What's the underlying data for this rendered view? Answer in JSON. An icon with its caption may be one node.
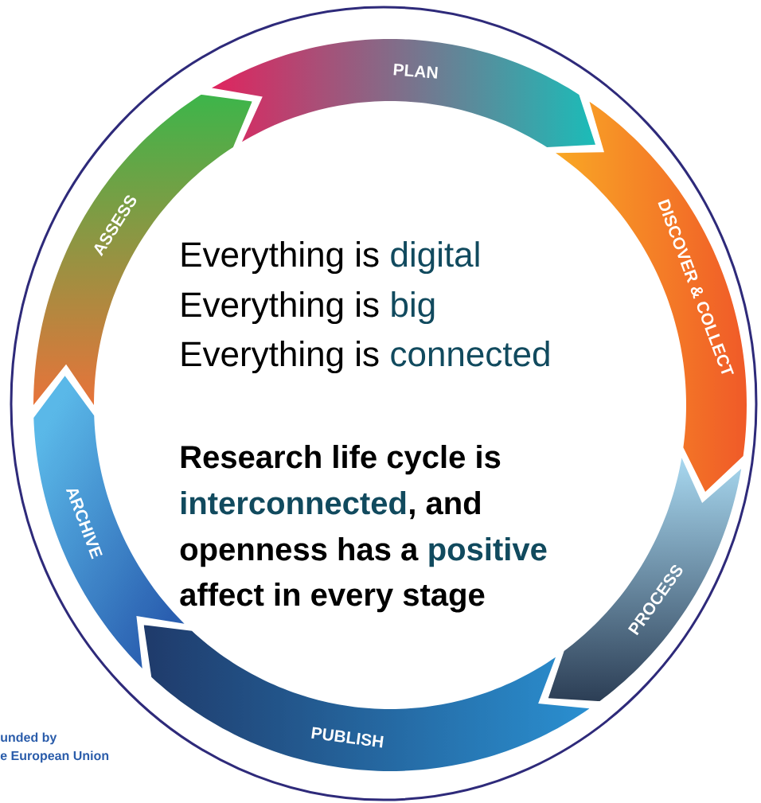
{
  "diagram": {
    "nodes": [
      {
        "text": [
          "PLAN"
        ]
      },
      {
        "text": [
          "DISCOVER & COLLECT"
        ]
      },
      {
        "text": [
          "PROCESS"
        ]
      },
      {
        "text": [
          "PUBLISH"
        ]
      },
      {
        "text": [
          "ARCHIVE"
        ]
      },
      {
        "text": [
          "ASSESS"
        ]
      }
    ],
    "labels": [
      "Everything is",
      "digital",
      "Everything is",
      "big",
      "Everything is",
      "connected",
      "Research life cycle is",
      "interconnected",
      ", and",
      "openness has a",
      "positive",
      "affect in every stage",
      "unded by",
      "e European Union"
    ]
  }
}
